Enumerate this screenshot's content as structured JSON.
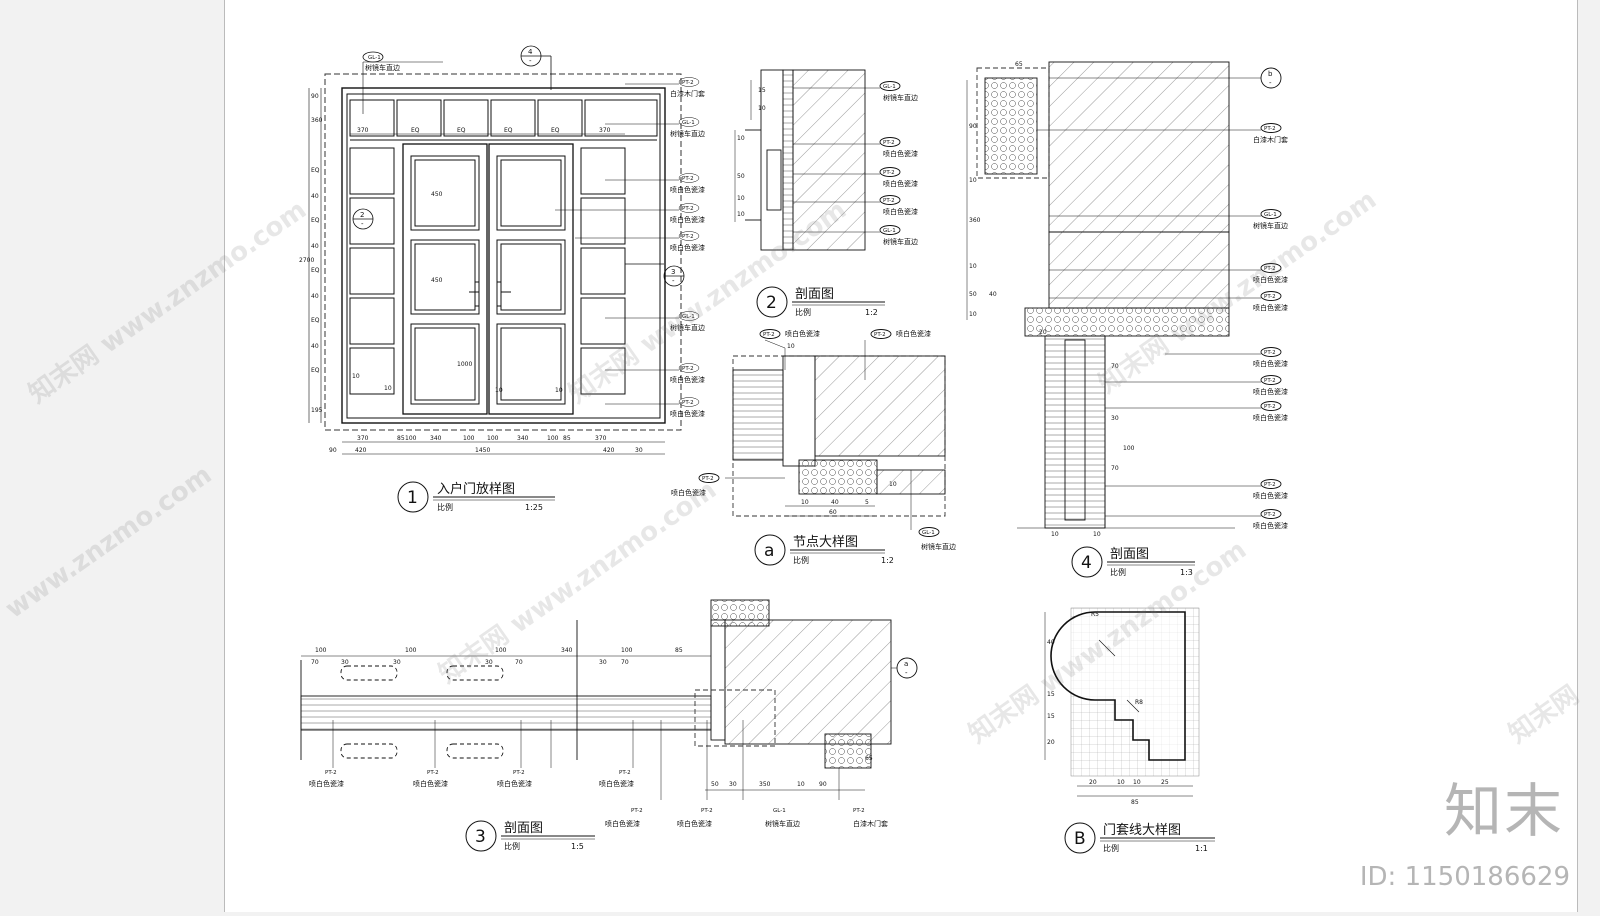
{
  "watermark": {
    "site": "www.znzmo.com",
    "brand": "知末网"
  },
  "brand": {
    "name": "知末",
    "id": "ID: 1150186629"
  },
  "common": {
    "scale_label": "比例"
  },
  "drawings": {
    "d1": {
      "num": "1",
      "title": "入户门放样图",
      "scale": "1:25"
    },
    "d2": {
      "num": "2",
      "title": "剖面图",
      "scale": "1:2"
    },
    "da": {
      "num": "a",
      "title": "节点大样图",
      "scale": "1:2"
    },
    "d4": {
      "num": "4",
      "title": "剖面图",
      "scale": "1:3"
    },
    "d3": {
      "num": "3",
      "title": "剖面图",
      "scale": "1:5"
    },
    "dB": {
      "num": "B",
      "title": "门套线大样图",
      "scale": "1:1"
    }
  },
  "tags": {
    "gl1": "GL-1",
    "pt2": "PT-2"
  },
  "materials": {
    "gl1": "树镜车直边",
    "pt2": "喷白色瓷漆",
    "pt2_white": "白漆木门套"
  },
  "callouts": {
    "c4": "4",
    "c2": "2",
    "c3": "3",
    "cb": "b",
    "ca": "a",
    "dash": "-"
  },
  "dims": {
    "d1_top": [
      "370",
      "EQ",
      "EQ",
      "EQ",
      "EQ",
      "370"
    ],
    "d1_bottom1": [
      "370",
      "85",
      "100",
      "340",
      "100",
      "100",
      "340",
      "100",
      "85",
      "370"
    ],
    "d1_bottom2": [
      "90",
      "420",
      "1450",
      "420",
      "30"
    ],
    "d1_left": [
      "90",
      "360",
      "EQ",
      "40",
      "EQ",
      "40",
      "EQ",
      "40",
      "EQ",
      "40",
      "EQ",
      "195"
    ],
    "d1_total": "2700",
    "d1_panel": [
      "450",
      "450",
      "1000",
      "10",
      "10",
      "10",
      "10"
    ],
    "d2": [
      "15",
      "10",
      "10",
      "50",
      "10",
      "10"
    ],
    "da": [
      "10",
      "10",
      "40",
      "5",
      "10",
      "60"
    ],
    "d4": [
      "65",
      "90",
      "10",
      "360",
      "10",
      "50",
      "40",
      "10",
      "20",
      "70",
      "30",
      "100",
      "70",
      "10",
      "10"
    ],
    "d3": [
      "100",
      "100",
      "100",
      "100",
      "340",
      "85",
      "70",
      "30",
      "30",
      "70",
      "30",
      "70",
      "30",
      "50",
      "30",
      "350",
      "10",
      "90",
      "65"
    ],
    "dB": [
      "40",
      "15",
      "15",
      "20",
      "85",
      "20",
      "10",
      "10",
      "25",
      "R5",
      "R8"
    ]
  }
}
